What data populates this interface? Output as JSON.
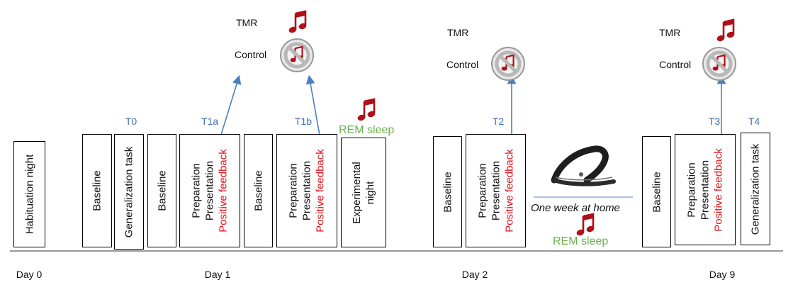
{
  "boxes": {
    "habituation": "Habituation night",
    "baseline_1a": "Baseline",
    "generalization_1": "Generalization task",
    "baseline_1b": "Baseline",
    "session_1a": [
      "Preparation",
      "Presentation",
      "Positive feedback"
    ],
    "baseline_1c": "Baseline",
    "session_1b": [
      "Preparation",
      "Presentation",
      "Positive feedback"
    ],
    "experimental_night": [
      "Experimental",
      "night"
    ],
    "baseline_2": "Baseline",
    "session_2": [
      "Preparation",
      "Presentation",
      "Positive feedback"
    ],
    "baseline_9": "Baseline",
    "session_9": [
      "Preparation",
      "Presentation",
      "Positive feedback"
    ],
    "generalization_9": "Generalization task"
  },
  "timepoints": [
    "T0",
    "T1a",
    "T1b",
    "T2",
    "T3",
    "T4"
  ],
  "conditions": {
    "tmr": "TMR",
    "control": "Control"
  },
  "rem_sleep": "REM sleep",
  "home_label": "One week at home",
  "days": [
    "Day 0",
    "Day 1",
    "Day 2",
    "Day 9"
  ],
  "colors": {
    "arrow": "#4a7fc1",
    "timepoint": "#3e6eb5",
    "feedback": "#e0141e",
    "rem": "#6ab04c",
    "note": "#b0101a"
  },
  "icons": [
    "music-note-icon",
    "no-music-icon",
    "eeg-headband-icon"
  ]
}
